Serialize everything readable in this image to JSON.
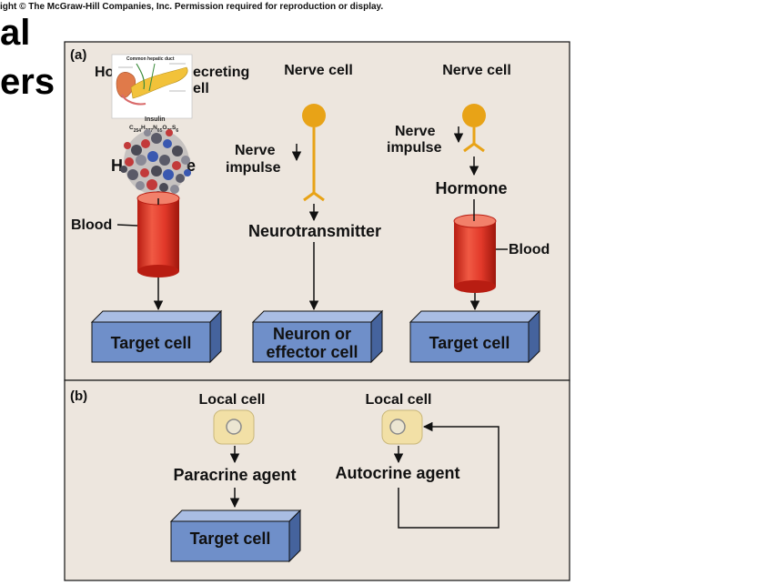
{
  "header": {
    "copyright": "ight © The McGraw-Hill Companies, Inc. Permission required for reproduction or display.",
    "title_line1": "al",
    "title_line2": "ers"
  },
  "panel_a": {
    "label": "(a)",
    "col1": {
      "title_left": "Ho",
      "title_right_top": "ecreting",
      "title_right_bottom": "ell",
      "hormone_partial_left": "H",
      "hormone_partial_right": "e",
      "blood": "Blood",
      "target": "Target cell"
    },
    "col2": {
      "title": "Nerve cell",
      "impulse_top": "Nerve",
      "impulse_bottom": "impulse",
      "neurotransmitter": "Neurotransmitter",
      "target_top": "Neuron or",
      "target_bottom": "effector cell"
    },
    "col3": {
      "title": "Nerve cell",
      "impulse_top": "Nerve",
      "impulse_bottom": "impulse",
      "hormone": "Hormone",
      "blood": "Blood",
      "target": "Target cell"
    }
  },
  "panel_b": {
    "label": "(b)",
    "col1": {
      "title": "Local cell",
      "agent": "Paracrine agent",
      "target": "Target cell"
    },
    "col2": {
      "title": "Local cell",
      "agent": "Autocrine agent"
    }
  },
  "overlay": {
    "pancreas_heading": "Common hepatic duct",
    "insulin_name": "Insulin",
    "insulin_formula": "C254H377N65O75S6"
  },
  "colors": {
    "panel_bg": "#ede6de",
    "box_front": "#6f8fc9",
    "box_top": "#a9bde3",
    "box_side": "#45639d",
    "blood_red": "#e23a2a",
    "nerve_orange": "#e8a317",
    "local_cell": "#f2e0a6"
  }
}
